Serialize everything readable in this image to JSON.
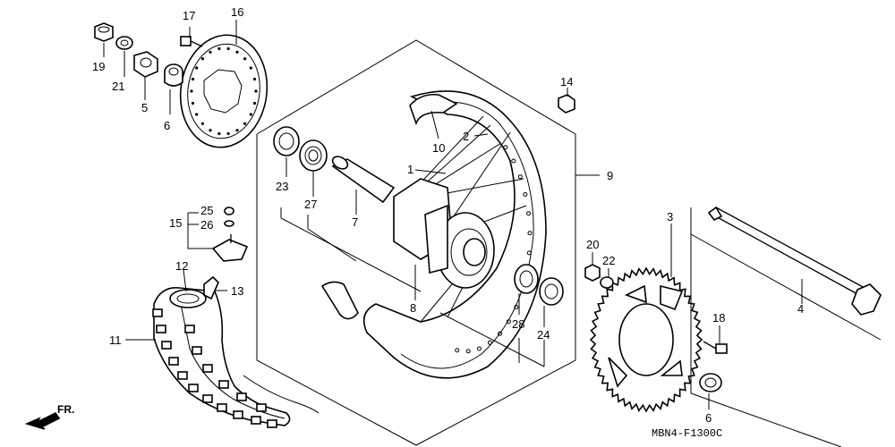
{
  "labels": {
    "n1": "1",
    "n2": "2",
    "n3": "3",
    "n4": "4",
    "n5": "5",
    "n6a": "6",
    "n6b": "6",
    "n7": "7",
    "n8": "8",
    "n9": "9",
    "n10": "10",
    "n11": "11",
    "n12": "12",
    "n13": "13",
    "n14": "14",
    "n15": "15",
    "n16": "16",
    "n17": "17",
    "n18": "18",
    "n19": "19",
    "n20": "20",
    "n21": "21",
    "n22": "22",
    "n23": "23",
    "n24": "24",
    "n25": "25",
    "n26": "26",
    "n27": "27",
    "n28": "28"
  },
  "diagram_code": "MBN4-F1300C",
  "direction_label": "FR."
}
